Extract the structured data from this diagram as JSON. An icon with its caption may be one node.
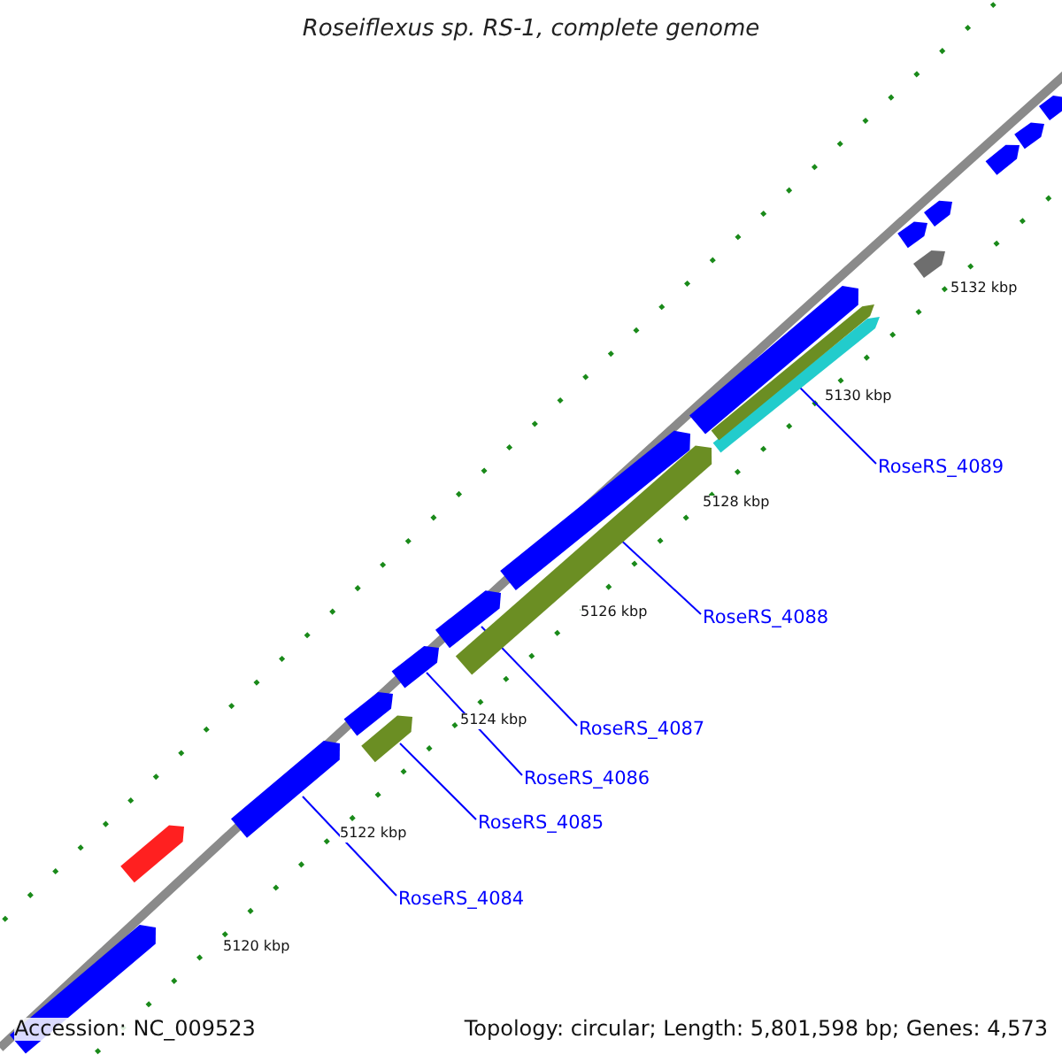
{
  "diagram": {
    "title": "Roseiflexus sp. RS-1, complete genome",
    "nodes": [
      {
        "text": [
          "RoseRS_4089"
        ]
      },
      {
        "text": [
          "RoseRS_4088"
        ]
      },
      {
        "text": [
          "RoseRS_4087"
        ]
      },
      {
        "text": [
          "RoseRS_4086"
        ]
      },
      {
        "text": [
          "RoseRS_4085"
        ]
      },
      {
        "text": [
          "RoseRS_4084"
        ]
      },
      {
        "text": [],
        "shape": "bar"
      },
      {
        "text": [],
        "shape": "bar"
      },
      {
        "text": [],
        "shape": "bar"
      },
      {
        "text": [],
        "shape": "bar"
      },
      {
        "text": [],
        "shape": "bar"
      },
      {
        "text": [],
        "shape": "bar"
      },
      {
        "text": [],
        "shape": "bar"
      },
      {
        "text": [],
        "shape": "bar"
      },
      {
        "text": [],
        "shape": "bar"
      },
      {
        "text": [],
        "shape": "bar"
      },
      {
        "text": [],
        "shape": "bar"
      },
      {
        "text": [],
        "shape": "bar"
      },
      {
        "text": [],
        "shape": "bar"
      },
      {
        "text": [],
        "shape": "bar"
      },
      {
        "text": [],
        "shape": "bar"
      },
      {
        "text": [],
        "shape": "bar"
      },
      {
        "text": [],
        "shape": "bar"
      },
      {
        "text": [],
        "shape": "bar"
      }
    ],
    "edges": [
      {
        "from": 0,
        "to": 6,
        "arrow": "none"
      },
      {
        "from": 1,
        "to": 7,
        "arrow": "none"
      },
      {
        "from": 2,
        "to": 8,
        "arrow": "none"
      },
      {
        "from": 3,
        "to": 9,
        "arrow": "none"
      },
      {
        "from": 4,
        "to": 10,
        "arrow": "none"
      },
      {
        "from": 5,
        "to": 11,
        "arrow": "none"
      }
    ],
    "labels": [
      "5132 kbp",
      "5130 kbp",
      "5128 kbp",
      "5126 kbp",
      "5124 kbp",
      "5122 kbp",
      "5120 kbp",
      "Accession: NC_009523",
      "Topology: circular; Length: 5,801,598 bp; Genes: 4,573"
    ]
  }
}
